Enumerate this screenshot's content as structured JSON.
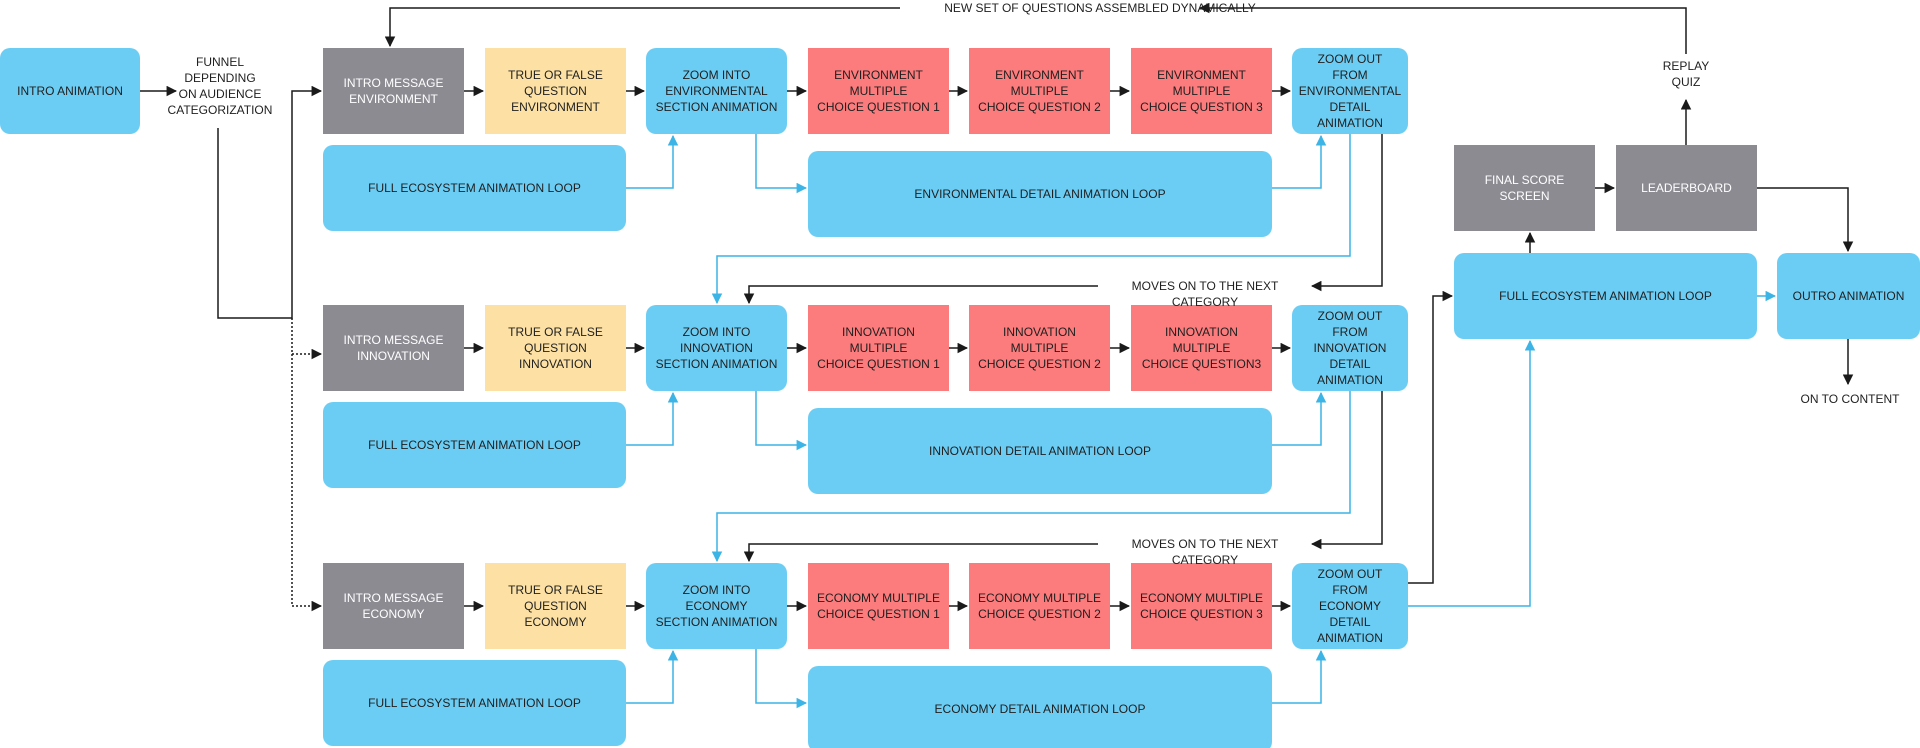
{
  "colors": {
    "animation": "#6ccdf4",
    "intro_message": "#8c8b92",
    "true_false": "#fde1a4",
    "multiple_choice": "#fc7b7c",
    "black_arrow": "#1a1a1a",
    "blue_arrow": "#3cb4e6"
  },
  "top": {
    "intro_animation": "INTRO ANIMATION",
    "funnel": "FUNNEL\nDEPENDING\nON AUDIENCE\nCATEGORIZATION",
    "new_questions": "NEW SET OF QUESTIONS ASSEMBLED DYNAMICALLY"
  },
  "rows": [
    {
      "intro_message": "INTRO MESSAGE\nENVIRONMENT",
      "true_false": "TRUE OR FALSE\nQUESTION\nENVIRONMENT",
      "zoom_in": "ZOOM INTO\nENVIRONMENTAL\nSECTION ANIMATION",
      "mc1": "ENVIRONMENT MULTIPLE\nCHOICE QUESTION 1",
      "mc2": "ENVIRONMENT MULTIPLE\nCHOICE QUESTION 2",
      "mc3": "ENVIRONMENT MULTIPLE\nCHOICE QUESTION 3",
      "zoom_out": "ZOOM OUT FROM\nENVIRONMENTAL\nDETAIL ANIMATION",
      "ecosystem_loop": "FULL ECOSYSTEM ANIMATION LOOP",
      "detail_loop": "ENVIRONMENTAL DETAIL ANIMATION LOOP"
    },
    {
      "intro_message": "INTRO MESSAGE\nINNOVATION",
      "true_false": "TRUE OR FALSE\nQUESTION INNOVATION",
      "zoom_in": "ZOOM INTO INNOVATION\nSECTION ANIMATION",
      "mc1": "INNOVATION MULTIPLE\nCHOICE QUESTION 1",
      "mc2": "INNOVATION MULTIPLE\nCHOICE QUESTION 2",
      "mc3": "INNOVATION MULTIPLE\nCHOICE QUESTION3",
      "zoom_out": "ZOOM OUT FROM\nINNOVATION DETAIL\nANIMATION",
      "ecosystem_loop": "FULL ECOSYSTEM ANIMATION LOOP",
      "detail_loop": "INNOVATION DETAIL ANIMATION LOOP"
    },
    {
      "intro_message": "INTRO MESSAGE\nECONOMY",
      "true_false": "TRUE OR FALSE\nQUESTION ECONOMY",
      "zoom_in": "ZOOM INTO ECONOMY\nSECTION ANIMATION",
      "mc1": "ECONOMY  MULTIPLE\nCHOICE QUESTION 1",
      "mc2": "ECONOMY  MULTIPLE\nCHOICE QUESTION 2",
      "mc3": "ECONOMY  MULTIPLE\nCHOICE QUESTION 3",
      "zoom_out": "ZOOM OUT FROM\nECONOMY DETAIL\nANIMATION",
      "ecosystem_loop": "FULL ECOSYSTEM ANIMATION LOOP",
      "detail_loop": "ECONOMY DETAIL ANIMATION LOOP"
    }
  ],
  "next_category_label": "MOVES ON TO THE NEXT CATEGORY",
  "end": {
    "final_score": "FINAL SCORE SCREEN",
    "leaderboard": "LEADERBOARD",
    "replay": "REPLAY\nQUIZ",
    "ecosystem_loop": "FULL ECOSYSTEM ANIMATION LOOP",
    "outro": "OUTRO ANIMATION",
    "on_to_content": "ON TO CONTENT"
  }
}
